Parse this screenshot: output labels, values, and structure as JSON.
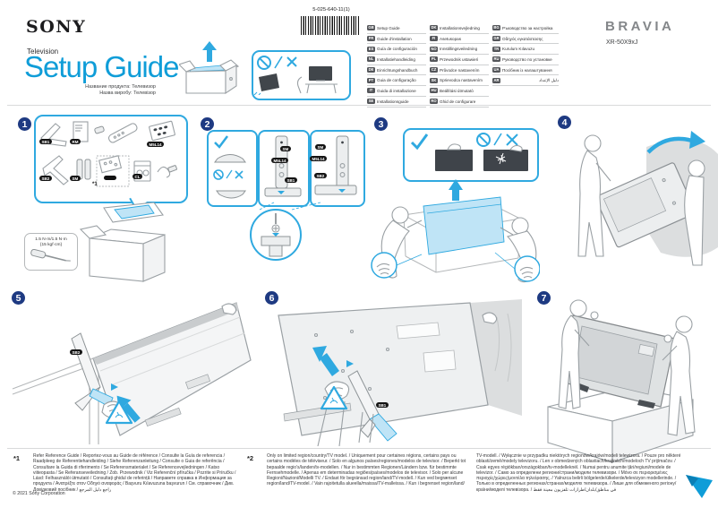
{
  "header": {
    "logo": "SONY",
    "product_type": "Television",
    "title": "Setup Guide",
    "product_name_ru": "Название продукта: Телевизор",
    "product_name_ua": "Назва виробу: Телевізор",
    "part_number": "5-025-640-11(1)",
    "brand": "BRAVIA",
    "model": "XR-50X9xJ"
  },
  "languages": {
    "col1": [
      {
        "code": "GB",
        "label": "Setup Guide"
      },
      {
        "code": "FR",
        "label": "Guide d'installation"
      },
      {
        "code": "ES",
        "label": "Guía de configuración"
      },
      {
        "code": "NL",
        "label": "Installatiehandleiding"
      },
      {
        "code": "DE",
        "label": "Einrichtungshandbuch"
      },
      {
        "code": "PT",
        "label": "Guia de configuração"
      },
      {
        "code": "IT",
        "label": "Guida di installazione"
      },
      {
        "code": "SE",
        "label": "Installationsguide"
      }
    ],
    "col2": [
      {
        "code": "DK",
        "label": "Installationsvejledning"
      },
      {
        "code": "FI",
        "label": "Asetusopas"
      },
      {
        "code": "NO",
        "label": "Innstillingsveiledning"
      },
      {
        "code": "PL",
        "label": "Przewodnik ustawień"
      },
      {
        "code": "CZ",
        "label": "Průvodce nastavením"
      },
      {
        "code": "SK",
        "label": "Sprievodca nastavením"
      },
      {
        "code": "HU",
        "label": "Beállítási útmutató"
      },
      {
        "code": "RO",
        "label": "Ghid de configurare"
      }
    ],
    "col3": [
      {
        "code": "BG",
        "label": "Ръководство за настройка"
      },
      {
        "code": "GR",
        "label": "Οδηγός εγκατάστασης"
      },
      {
        "code": "TR",
        "label": "Kurulum Kılavuzu"
      },
      {
        "code": "RU",
        "label": "Руководство по установке"
      },
      {
        "code": "UA",
        "label": "Посібник із налаштування"
      },
      {
        "code": "AR",
        "label": "دليل الإعداد"
      }
    ]
  },
  "steps": {
    "s1": "1",
    "s2": "2",
    "s3": "3",
    "s4": "4",
    "s5": "5",
    "s6": "6",
    "s7": "7"
  },
  "parts": {
    "sb1": "SB1",
    "rm": "RM",
    "sb2": "SB2",
    "sm": "SM",
    "m5l14": "M5L14",
    "cl": "CL",
    "torque_line1": "1.5 N·m/1.5 N·m",
    "torque_line2": "{15 kgf·cm}"
  },
  "footnotes": {
    "mark1": "*1",
    "text1": "Refer Reference Guide / Reportez-vous au Guide de référence / Consulte la Guía de referencia / Raadpleeg de Referentiehandleiding / Siehe Referenzanleitung / Consulte o Guia de referência / Consultare la Guida di riferimento / Se Referensmaterialet / Se Referencevejledningen / Katso viiteopasta / Se Referanseveiledning / Zob. Przewodnik / Viz Referenční příručka / Pozrite si Príručku / Lásd: Felhasználói útmutató / Consultați ghidul de referință / Направете справка в Информация за продукта / Ανατρέξτε στον Οδηγό αναφοράς / Başvuru Kılavuzuna başvurun / См. справочник / Див. Довідковий посібник / راجع دليل المرجع",
    "mark2": "*2",
    "text2": "Only on limited region/country/TV model. / Uniquement pour certaines régions, certains pays ou certains modèles de téléviseur. / Solo en algunos países/regiones/modelos de televisor. / Beperkt tot bepaalde regio's/landen/tv-modellen. / Nur in bestimmten Regionen/Ländern bzw. für bestimmte Fernsehmodelle. / Apenas em determinadas regiões/países/modelos de televisor. / Solo per alcune Regioni/Nazioni/Modelli TV. / Endast för begränsad region/land/TV-modell. / Kun ved begrænset region/land/TV-model. / Vain rajoitetulla alueella/maissa/TV-malleissa. / Kun i begrenset region/land/",
    "text2_cont": "TV-modell. / Wyłącznie w przypadku niektórych regionów/krajów/modeli telewizora. / Pouze pro některé oblasti/země/modely televizoru. / Len v obmedzených oblastiach/krajinách/modeloch TV prijímačov. / Csak egyes régiókban/országokban/tv-modelleknél. / Numai pentru anumite țări/regiuni/modele de televizor. / Само за определени региони/страни/модели телевизори. / Μόνο σε περιορισμένες περιοχές/χώρες/μοντέλα τηλεόρασης. / Yalnızca belirli bölgelerde/ülkelerde/televizyon modellerinde. / Только в определенных регионах/странах/моделях телевизора. / Лише для обмеженого регіону/країни/моделі телевізора. / في مناطق/بلدان/طرازات تلفزيون معينة فقط",
    "copyright": "© 2021 Sony Corporation"
  },
  "colors": {
    "accent": "#0f9dd8",
    "callout_border": "#2fa9e0",
    "step_badge": "#1e3a82",
    "language_badge": "#54565a",
    "brand_gray": "#84878a",
    "highlight_fill": "#bfe4f6"
  }
}
